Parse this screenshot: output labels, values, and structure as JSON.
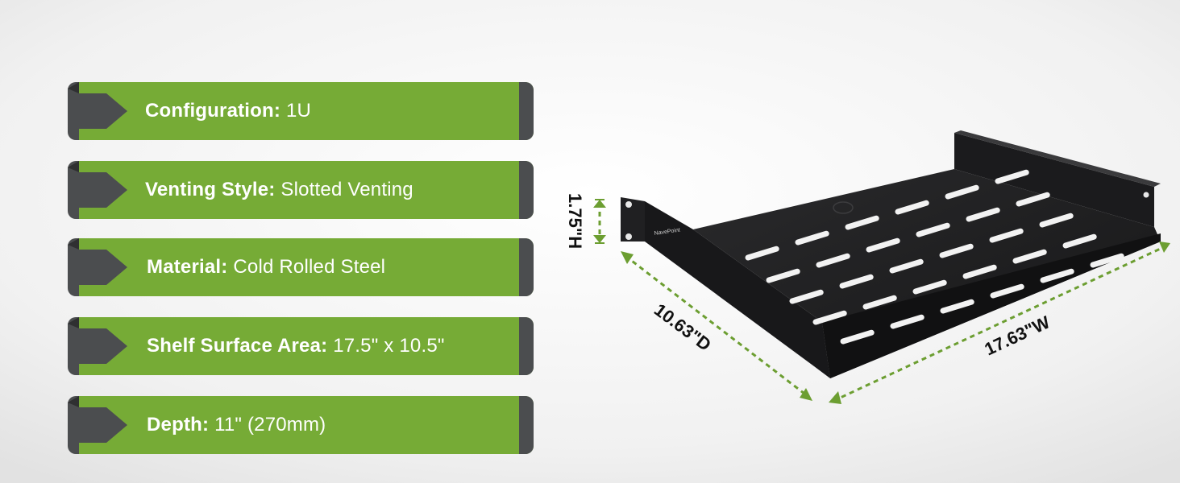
{
  "specs": [
    {
      "label": "Configuration:",
      "value": "1U"
    },
    {
      "label": "Venting Style:",
      "value": "Slotted Venting"
    },
    {
      "label": "Material:",
      "value": "Cold Rolled Steel"
    },
    {
      "label": "Shelf Surface Area:",
      "value": "17.5\" x 10.5\""
    },
    {
      "label": "Depth:",
      "value": "11\" (270mm)"
    }
  ],
  "dimensions": {
    "height": "1.75\"H",
    "depth": "10.63\"D",
    "width": "17.63\"W"
  },
  "product": {
    "brand_mark": "NavePoint"
  },
  "colors": {
    "accent_green": "#76ab36",
    "tab_gray": "#4b4d4f",
    "shelf_black": "#1b1b1d"
  }
}
